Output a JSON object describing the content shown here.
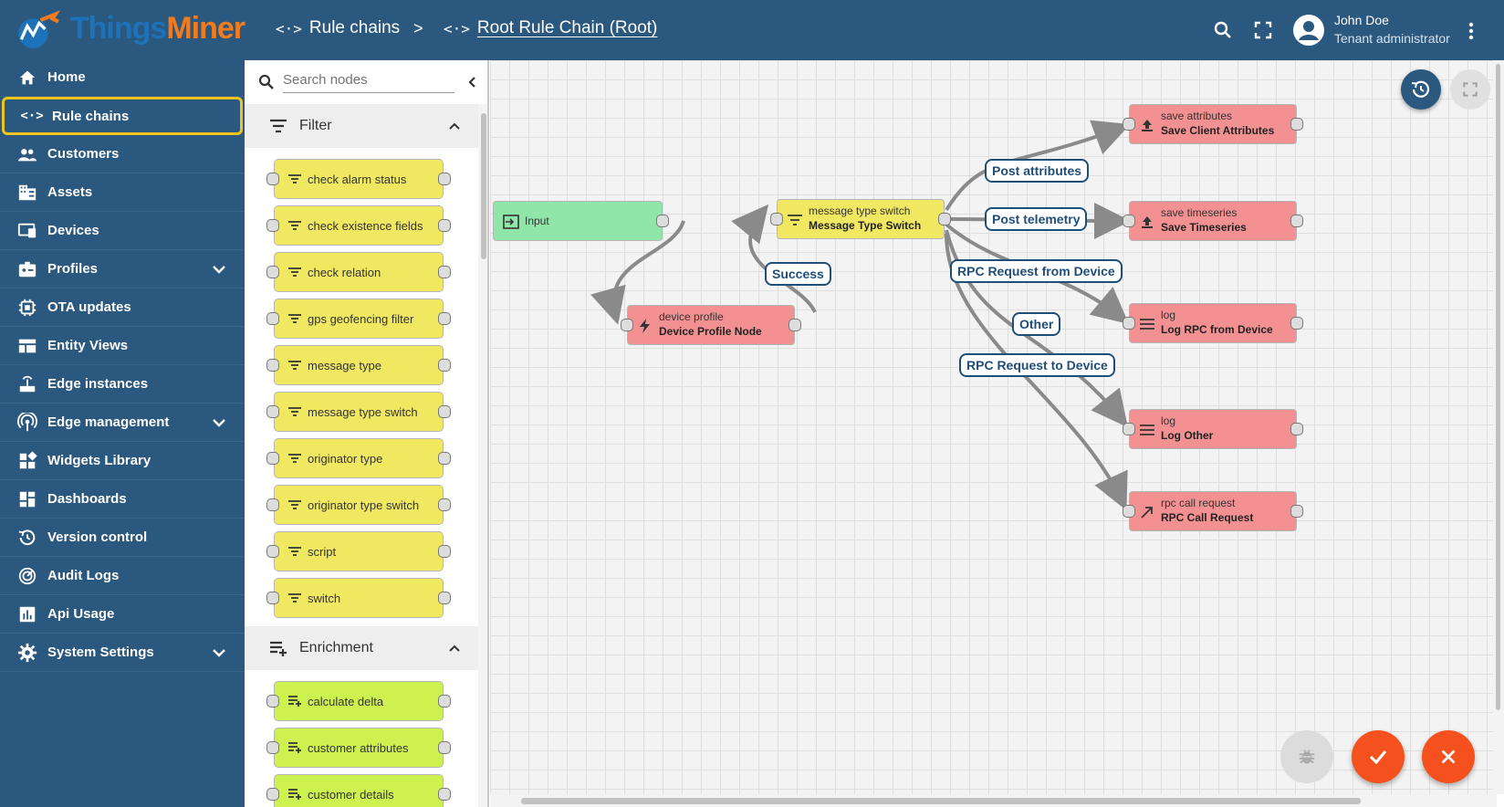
{
  "app": {
    "logo_part1": "Things",
    "logo_part2": "Miner"
  },
  "header": {
    "breadcrumb_1": "Rule chains",
    "breadcrumb_sep": ">",
    "breadcrumb_2": "Root Rule Chain (Root)",
    "user_name": "John Doe",
    "user_role": "Tenant administrator"
  },
  "sidebar": {
    "items": [
      {
        "label": "Home"
      },
      {
        "label": "Rule chains"
      },
      {
        "label": "Customers"
      },
      {
        "label": "Assets"
      },
      {
        "label": "Devices"
      },
      {
        "label": "Profiles"
      },
      {
        "label": "OTA updates"
      },
      {
        "label": "Entity Views"
      },
      {
        "label": "Edge instances"
      },
      {
        "label": "Edge management"
      },
      {
        "label": "Widgets Library"
      },
      {
        "label": "Dashboards"
      },
      {
        "label": "Version control"
      },
      {
        "label": "Audit Logs"
      },
      {
        "label": "Api Usage"
      },
      {
        "label": "System Settings"
      }
    ]
  },
  "palette": {
    "search_placeholder": "Search nodes",
    "filter_title": "Filter",
    "filter_nodes": [
      "check alarm status",
      "check existence fields",
      "check relation",
      "gps geofencing filter",
      "message type",
      "message type switch",
      "originator type",
      "originator type switch",
      "script",
      "switch"
    ],
    "enrichment_title": "Enrichment",
    "enrichment_nodes": [
      "calculate delta",
      "customer attributes",
      "customer details"
    ]
  },
  "canvas": {
    "nodes": {
      "input": {
        "name": "Input"
      },
      "device_profile": {
        "type": "device profile",
        "name": "Device Profile Node"
      },
      "msg_switch": {
        "type": "message type switch",
        "name": "Message Type Switch"
      },
      "save_attrs": {
        "type": "save attributes",
        "name": "Save Client Attributes"
      },
      "save_ts": {
        "type": "save timeseries",
        "name": "Save Timeseries"
      },
      "log_rpc": {
        "type": "log",
        "name": "Log RPC from Device"
      },
      "log_other": {
        "type": "log",
        "name": "Log Other"
      },
      "rpc_call": {
        "type": "rpc call request",
        "name": "RPC Call Request"
      }
    },
    "edge_labels": {
      "success": "Success",
      "post_attributes": "Post attributes",
      "post_telemetry": "Post telemetry",
      "rpc_from_device": "RPC Request from Device",
      "other": "Other",
      "rpc_to_device": "RPC Request to Device"
    }
  },
  "colors": {
    "sidebar_bg": "#2a587f",
    "accent": "#f0c419",
    "node_red": "#f39192",
    "node_yellow": "#f1e861",
    "node_green": "#8fe6a8",
    "node_enrichment": "#cdf14e",
    "fab_orange": "#f4511e",
    "edge_label": "#1f4e79"
  }
}
